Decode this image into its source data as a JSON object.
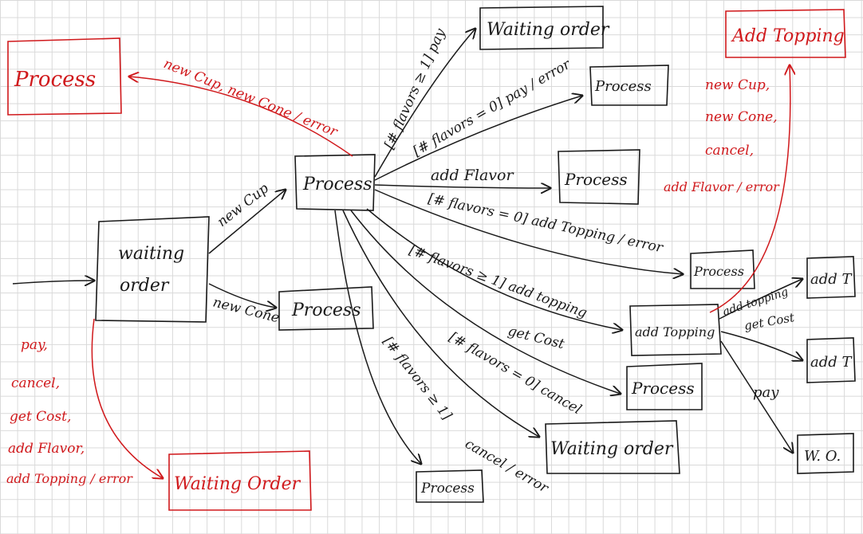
{
  "colors": {
    "ink": "#1a1a1a",
    "red": "#d0191c",
    "grid": "#d9d9d9"
  },
  "nodes": {
    "waiting_order_main": {
      "line1": "waiting",
      "line2": "order"
    },
    "process_center": "Process",
    "process_newcone": "Process",
    "process_red_left": "Process",
    "waiting_order_top": "Waiting order",
    "process_flavors0_pay": "Process",
    "process_addflavor": "Process",
    "process_flavors0_topping": "Process",
    "add_topping": "add Topping",
    "process_flavors0_cancel": "Process",
    "waiting_order_cancel": "Waiting order",
    "process_bottom": "Process",
    "add_topping_red": "Add Topping",
    "waiting_order_red": "Waiting Order",
    "add_t_top": "add T",
    "add_t_mid": "add T",
    "wo_small": "W. O."
  },
  "edges": {
    "new_cup_center": "new Cup",
    "new_cone": "new Cone",
    "red_newcup_newcone_error": "new Cup, new Cone / error",
    "flavors_ge1_pay": "[# flavors ≥ 1] pay",
    "flavors0_pay_error": "[# flavors = 0] pay / error",
    "add_flavor": "add Flavor",
    "flavors0_addtopping_error": "[# flavors = 0] add Topping / error",
    "flavors_ge1_addtopping": "[# flavors ≥ 1] add topping",
    "get_cost": "get Cost",
    "flavors0_cancel": "[# flavors = 0] cancel",
    "flavors_ge1_bracket": "[# flavors ≥ 1]",
    "cancel_error": "cancel / error",
    "addtop_add_topping": "add topping",
    "addtop_get_cost": "get Cost",
    "addtop_pay": "pay",
    "red_top_list": [
      "new Cup,",
      "new Cone,",
      "cancel,",
      "add Flavor / error"
    ],
    "red_left_list": [
      "pay,",
      "cancel,",
      "get Cost,",
      "add Flavor,",
      "add Topping / error"
    ]
  }
}
